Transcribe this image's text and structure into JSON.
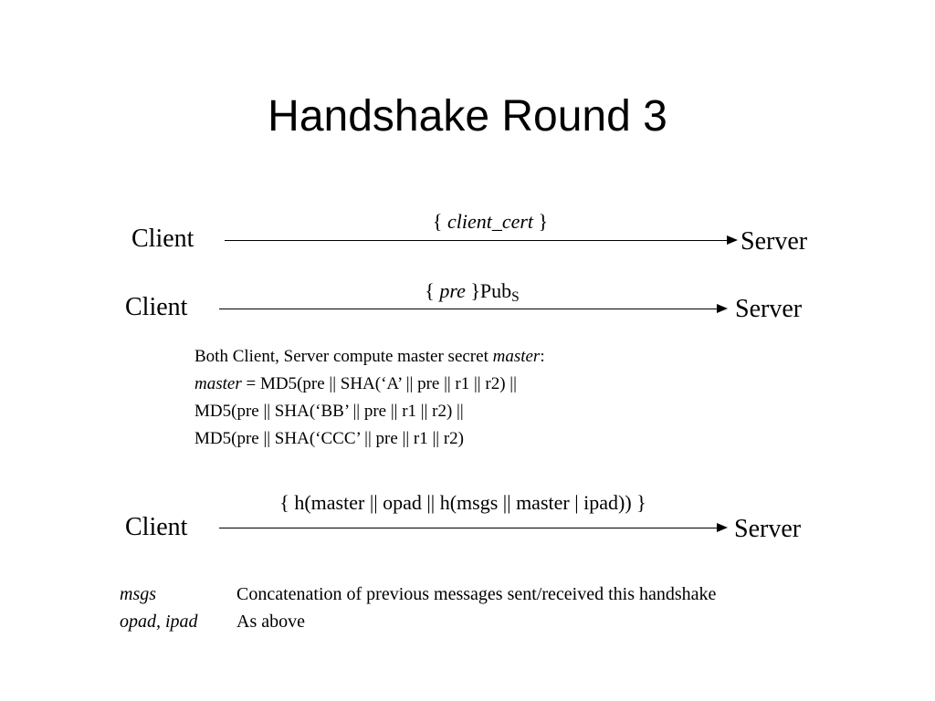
{
  "title": "Handshake Round 3",
  "rounds": [
    {
      "from": "Client",
      "to": "Server",
      "message_open": "{",
      "message_em": "client_cert",
      "message_close": "}"
    },
    {
      "from": "Client",
      "to": "Server",
      "message_open": "{",
      "message_em": "pre",
      "message_close": "}Pub",
      "message_sub": "S"
    },
    {
      "from": "Client",
      "to": "Server",
      "message_text": "{ h(master || opad || h(msgs || master | ipad)) }"
    }
  ],
  "computation": {
    "intro": "Both Client, Server compute master secret",
    "intro_em": "master",
    "intro_colon": ":",
    "line1_em": "master",
    "line1_rest": " =  MD5(pre || SHA(‘A’ || pre || r1 || r2) ||",
    "line2": "MD5(pre || SHA(‘BB’ || pre || r1 || r2) ||",
    "line3": "MD5(pre || SHA(‘CCC’ || pre || r1 || r2)"
  },
  "definitions": [
    {
      "term": "msgs",
      "definition": "Concatenation of previous messages sent/received this handshake"
    },
    {
      "term": "opad, ipad",
      "definition": "As above"
    }
  ]
}
